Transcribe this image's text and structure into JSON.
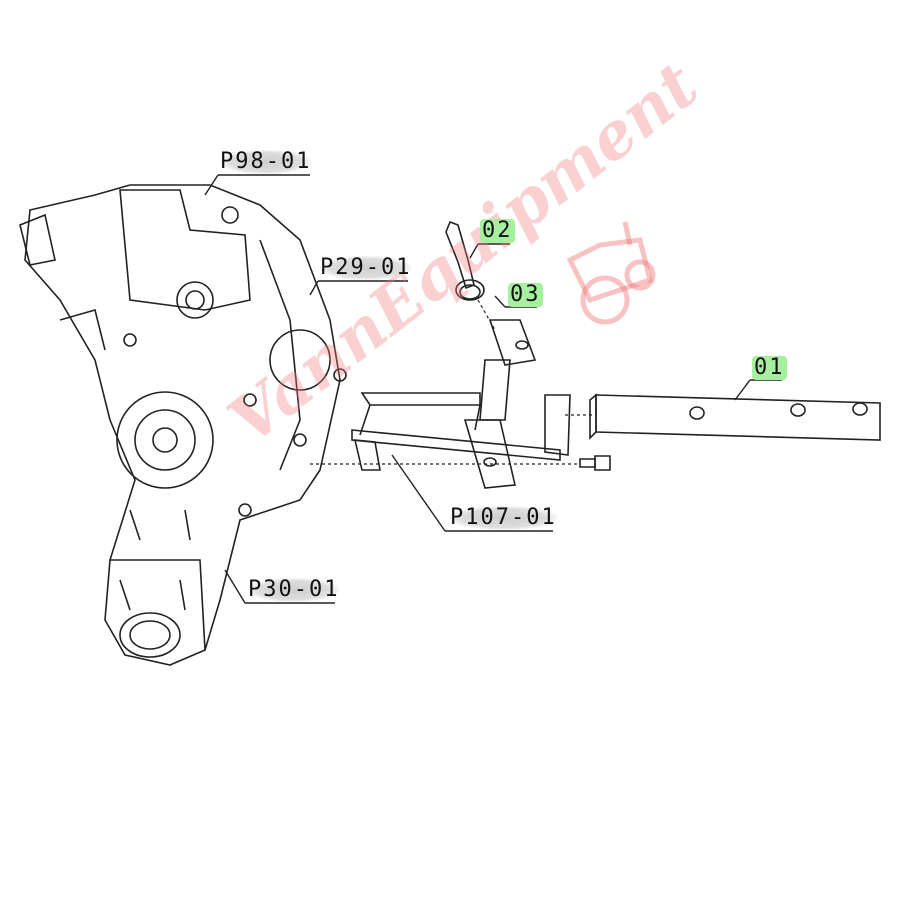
{
  "diagram": {
    "callouts": [
      {
        "id": "p98",
        "label": "P98-01"
      },
      {
        "id": "p29",
        "label": "P29-01"
      },
      {
        "id": "p107",
        "label": "P107-01"
      },
      {
        "id": "p30",
        "label": "P30-01"
      },
      {
        "id": "part02",
        "label": "02"
      },
      {
        "id": "part03",
        "label": "03"
      },
      {
        "id": "part01",
        "label": "01"
      }
    ],
    "watermark": "VannEquipment",
    "colors": {
      "line": "#111111",
      "highlight_green": "#a6ef9e",
      "highlight_grey": "#d0d0d0",
      "watermark": "#f07878"
    }
  }
}
